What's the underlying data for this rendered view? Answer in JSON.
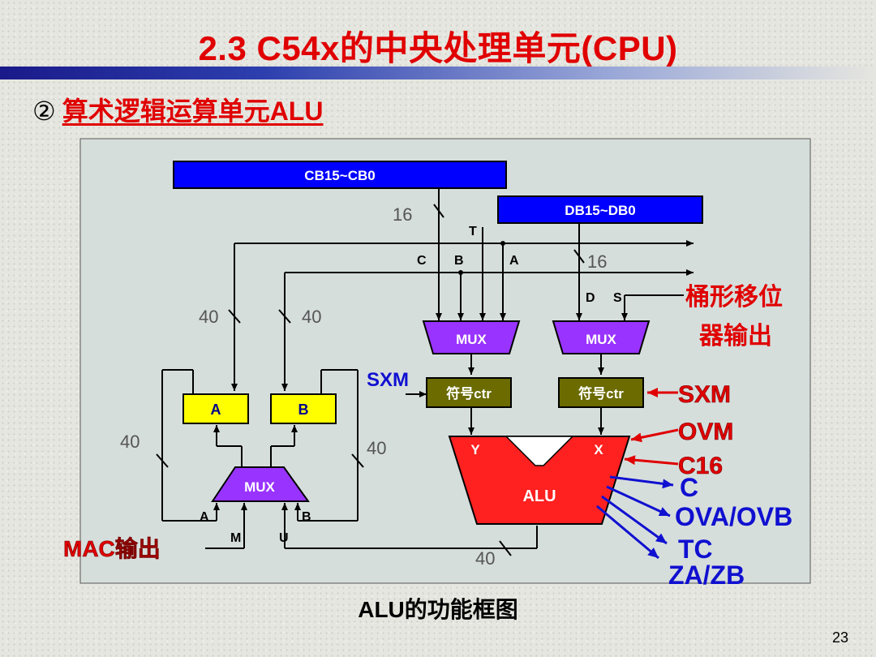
{
  "slide": {
    "title": "2.3  C54x的中央处理单元(CPU)",
    "subtitle_marker": "②",
    "subtitle": "算术逻辑运算单元ALU",
    "caption": "ALU的功能框图",
    "page_number": "23"
  },
  "diagram": {
    "buses": {
      "cb": "CB15~CB0",
      "db": "DB15~DB0"
    },
    "widths": {
      "w16a": "16",
      "w16b": "16",
      "w40a": "40",
      "w40b": "40",
      "w40c": "40",
      "w40d": "40",
      "w40e": "40"
    },
    "input_labels": {
      "t": "T",
      "c": "C",
      "b": "B",
      "a": "A",
      "d": "D",
      "s": "S"
    },
    "blocks": {
      "mux_left": "MUX",
      "mux_right": "MUX",
      "mux_bottom": "MUX",
      "sign_left": "符号ctr",
      "sign_right": "符号ctr",
      "acc_a": "A",
      "acc_b": "B",
      "alu": "ALU",
      "alu_y": "Y",
      "alu_x": "X"
    },
    "mux_bottom_inputs": {
      "a": "A",
      "b": "B",
      "m": "M",
      "u": "U"
    },
    "external": {
      "sxm_in": "SXM",
      "mac_out": "MAC输出",
      "barrel_1": "桶形移位",
      "barrel_2": "器输出"
    },
    "controls": {
      "sxm": "SXM",
      "ovm": "OVM",
      "c16": "C16"
    },
    "outputs": {
      "c": "C",
      "ova": "OVA/OVB",
      "tc": "TC",
      "za": "ZA/ZB"
    },
    "colors": {
      "bus": "#0000ff",
      "mux": "#9933ff",
      "sign": "#6b6b00",
      "acc": "#ffff00",
      "alu": "#ff2020",
      "red": "#e00000",
      "blue": "#1010d0"
    }
  }
}
